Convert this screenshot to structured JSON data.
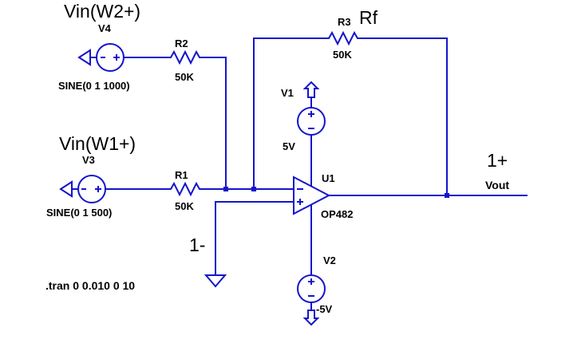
{
  "schematic": {
    "background": "#FFFFFF",
    "wire_color": "#1414CC",
    "text_color": "#000000",
    "annotations": {
      "input2_label": "Vin(W2+)",
      "input1_label": "Vin(W1+)",
      "feedback_label": "Rf",
      "output_probe_label": "1+",
      "output_net_label": "Vout",
      "inverting_probe_label": "1-",
      "directive": ".tran 0 0.010 0 10"
    },
    "components": {
      "v4": {
        "name": "V4",
        "value": "SINE(0 1 1000)"
      },
      "v3": {
        "name": "V3",
        "value": "SINE(0 1 500)"
      },
      "r2": {
        "name": "R2",
        "value": "50K"
      },
      "r1": {
        "name": "R1",
        "value": "50K"
      },
      "r3": {
        "name": "R3",
        "value": "50K"
      },
      "v1": {
        "name": "V1",
        "value": "5V"
      },
      "v2": {
        "name": "V2",
        "value": "-5V"
      },
      "u1": {
        "name": "U1",
        "value": "OP482"
      }
    }
  }
}
